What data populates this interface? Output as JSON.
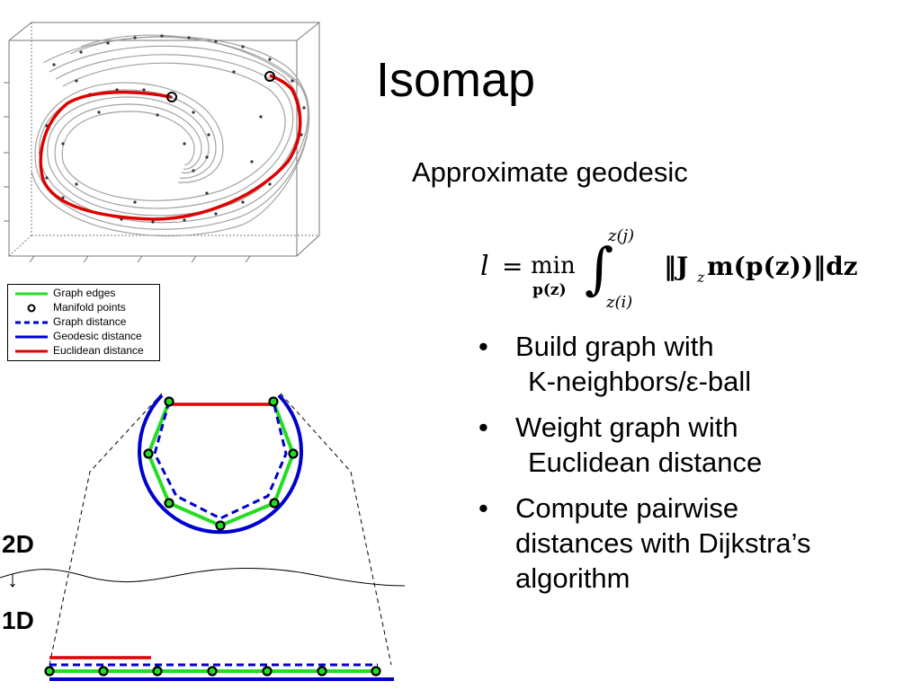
{
  "slide": {
    "title": "Isomap",
    "subtitle": "Approximate geodesic",
    "bullets": [
      {
        "line1": "Build graph with",
        "line2": "K-neighbors/ε-ball"
      },
      {
        "line1": "Weight graph with",
        "line2": "Euclidean distance"
      },
      {
        "line1": "Compute pairwise",
        "line2": "distances with Dijkstra’s",
        "line3": "algorithm"
      }
    ]
  },
  "formula": {
    "lhs": "l",
    "eq": "=",
    "min": "min",
    "min_sub": "p(z)",
    "upper": "z(j)",
    "lower": "z(i)",
    "integrand": "‖J",
    "integrand_sub": "z",
    "integrand_rest": "m(p(z))‖dz"
  },
  "legend": {
    "items": [
      {
        "label": "Graph edges",
        "color": "#00cc00"
      },
      {
        "label": "Manifold points",
        "color": "#000000"
      },
      {
        "label": "Graph distance",
        "color": "#0000cc"
      },
      {
        "label": "Geodesic distance",
        "color": "#0000cc"
      },
      {
        "label": "Euclidean distance",
        "color": "#e00000"
      }
    ]
  },
  "diagram": {
    "label_2d": "2D",
    "label_1d": "1D",
    "arrow": "↓"
  },
  "colors": {
    "graph_edge": "#22dd22",
    "geodesic": "#0000cc",
    "euclidean": "#dd0000",
    "point_fill": "#22dd22"
  }
}
